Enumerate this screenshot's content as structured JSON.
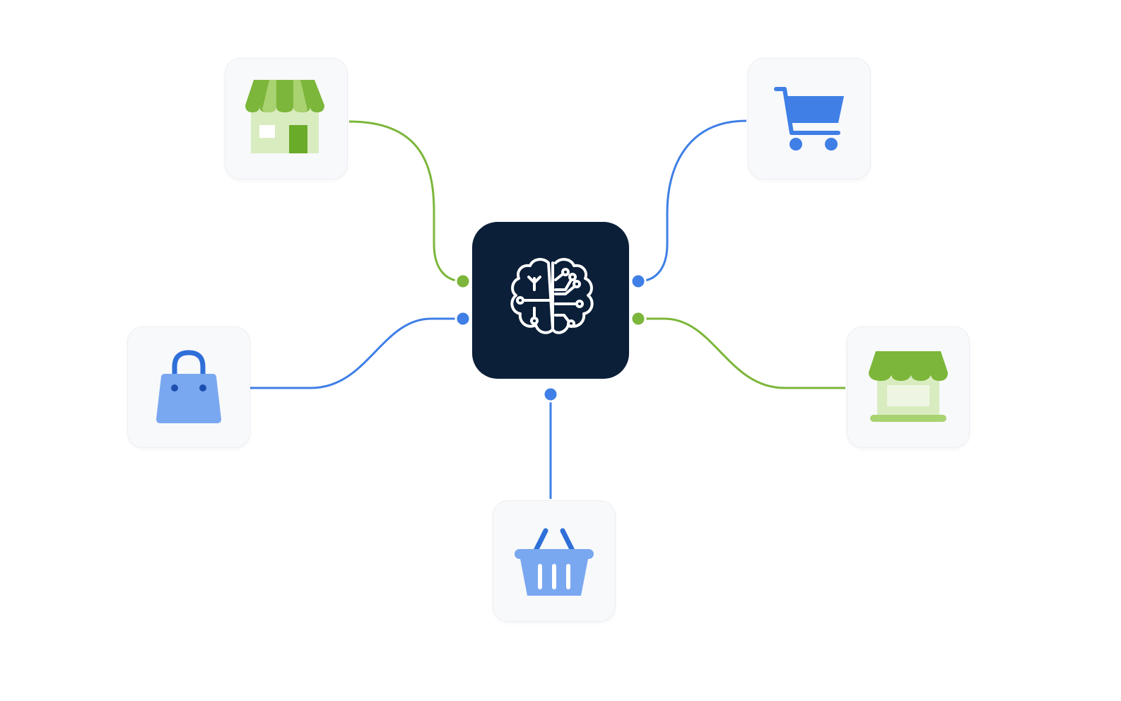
{
  "colors": {
    "green": "#7cb63a",
    "green_light": "#d9ecc0",
    "green_mid": "#a9d270",
    "blue": "#3f7fe6",
    "blue_light": "#7aa8f0",
    "hub_bg": "#0b1f38",
    "tile_bg": "#f8f9fb"
  },
  "hub": {
    "icon": "brain-circuit-icon"
  },
  "nodes": [
    {
      "id": "storefront-top-left",
      "icon": "storefront-icon",
      "link_color": "green"
    },
    {
      "id": "cart-top-right",
      "icon": "shopping-cart-icon",
      "link_color": "blue"
    },
    {
      "id": "bag-left",
      "icon": "shopping-bag-icon",
      "link_color": "blue"
    },
    {
      "id": "kiosk-right",
      "icon": "market-stall-icon",
      "link_color": "green"
    },
    {
      "id": "basket-bottom",
      "icon": "shopping-basket-icon",
      "link_color": "blue"
    }
  ]
}
